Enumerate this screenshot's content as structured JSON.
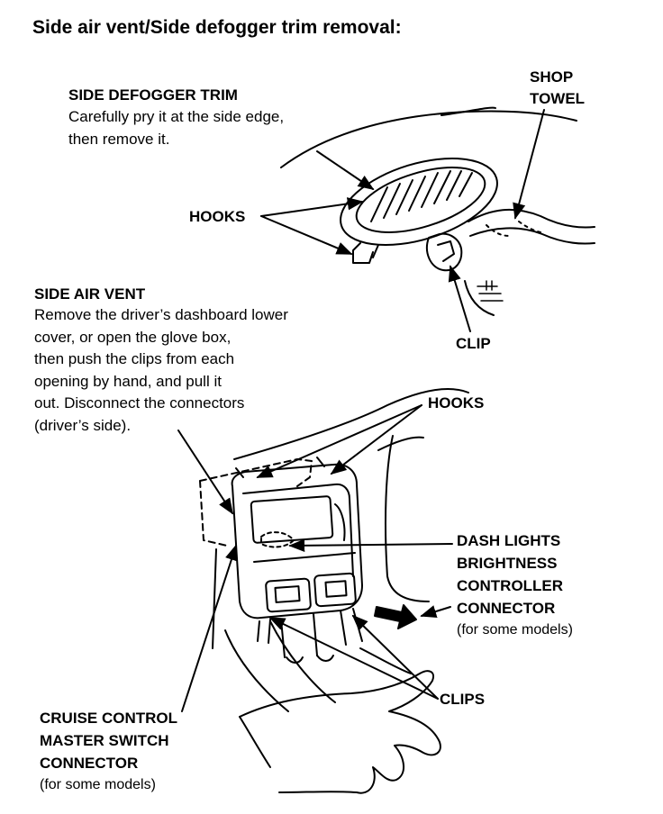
{
  "title": "Side air vent/Side defogger trim removal:",
  "labels": {
    "side_defogger_trim": "SIDE DEFOGGER TRIM",
    "side_defogger_trim_desc": [
      "Carefully pry it at the side edge,",
      "then remove it."
    ],
    "shop_towel": [
      "SHOP",
      "TOWEL"
    ],
    "hooks_upper": "HOOKS",
    "clip": "CLIP",
    "side_air_vent": "SIDE AIR VENT",
    "side_air_vent_desc": [
      "Remove the driver’s dashboard lower",
      "cover, or open the glove box,",
      "then push the clips from each",
      "opening by hand, and pull it",
      "out. Disconnect the connectors",
      "(driver’s side)."
    ],
    "hooks_lower": "HOOKS",
    "dash_lights": [
      "DASH LIGHTS",
      "BRIGHTNESS",
      "CONTROLLER",
      "CONNECTOR"
    ],
    "dash_lights_note": "(for some models)",
    "clips": "CLIPS",
    "cruise_control": [
      "CRUISE CONTROL",
      "MASTER SWITCH",
      "CONNECTOR"
    ],
    "cruise_control_note": "(for some models)"
  }
}
